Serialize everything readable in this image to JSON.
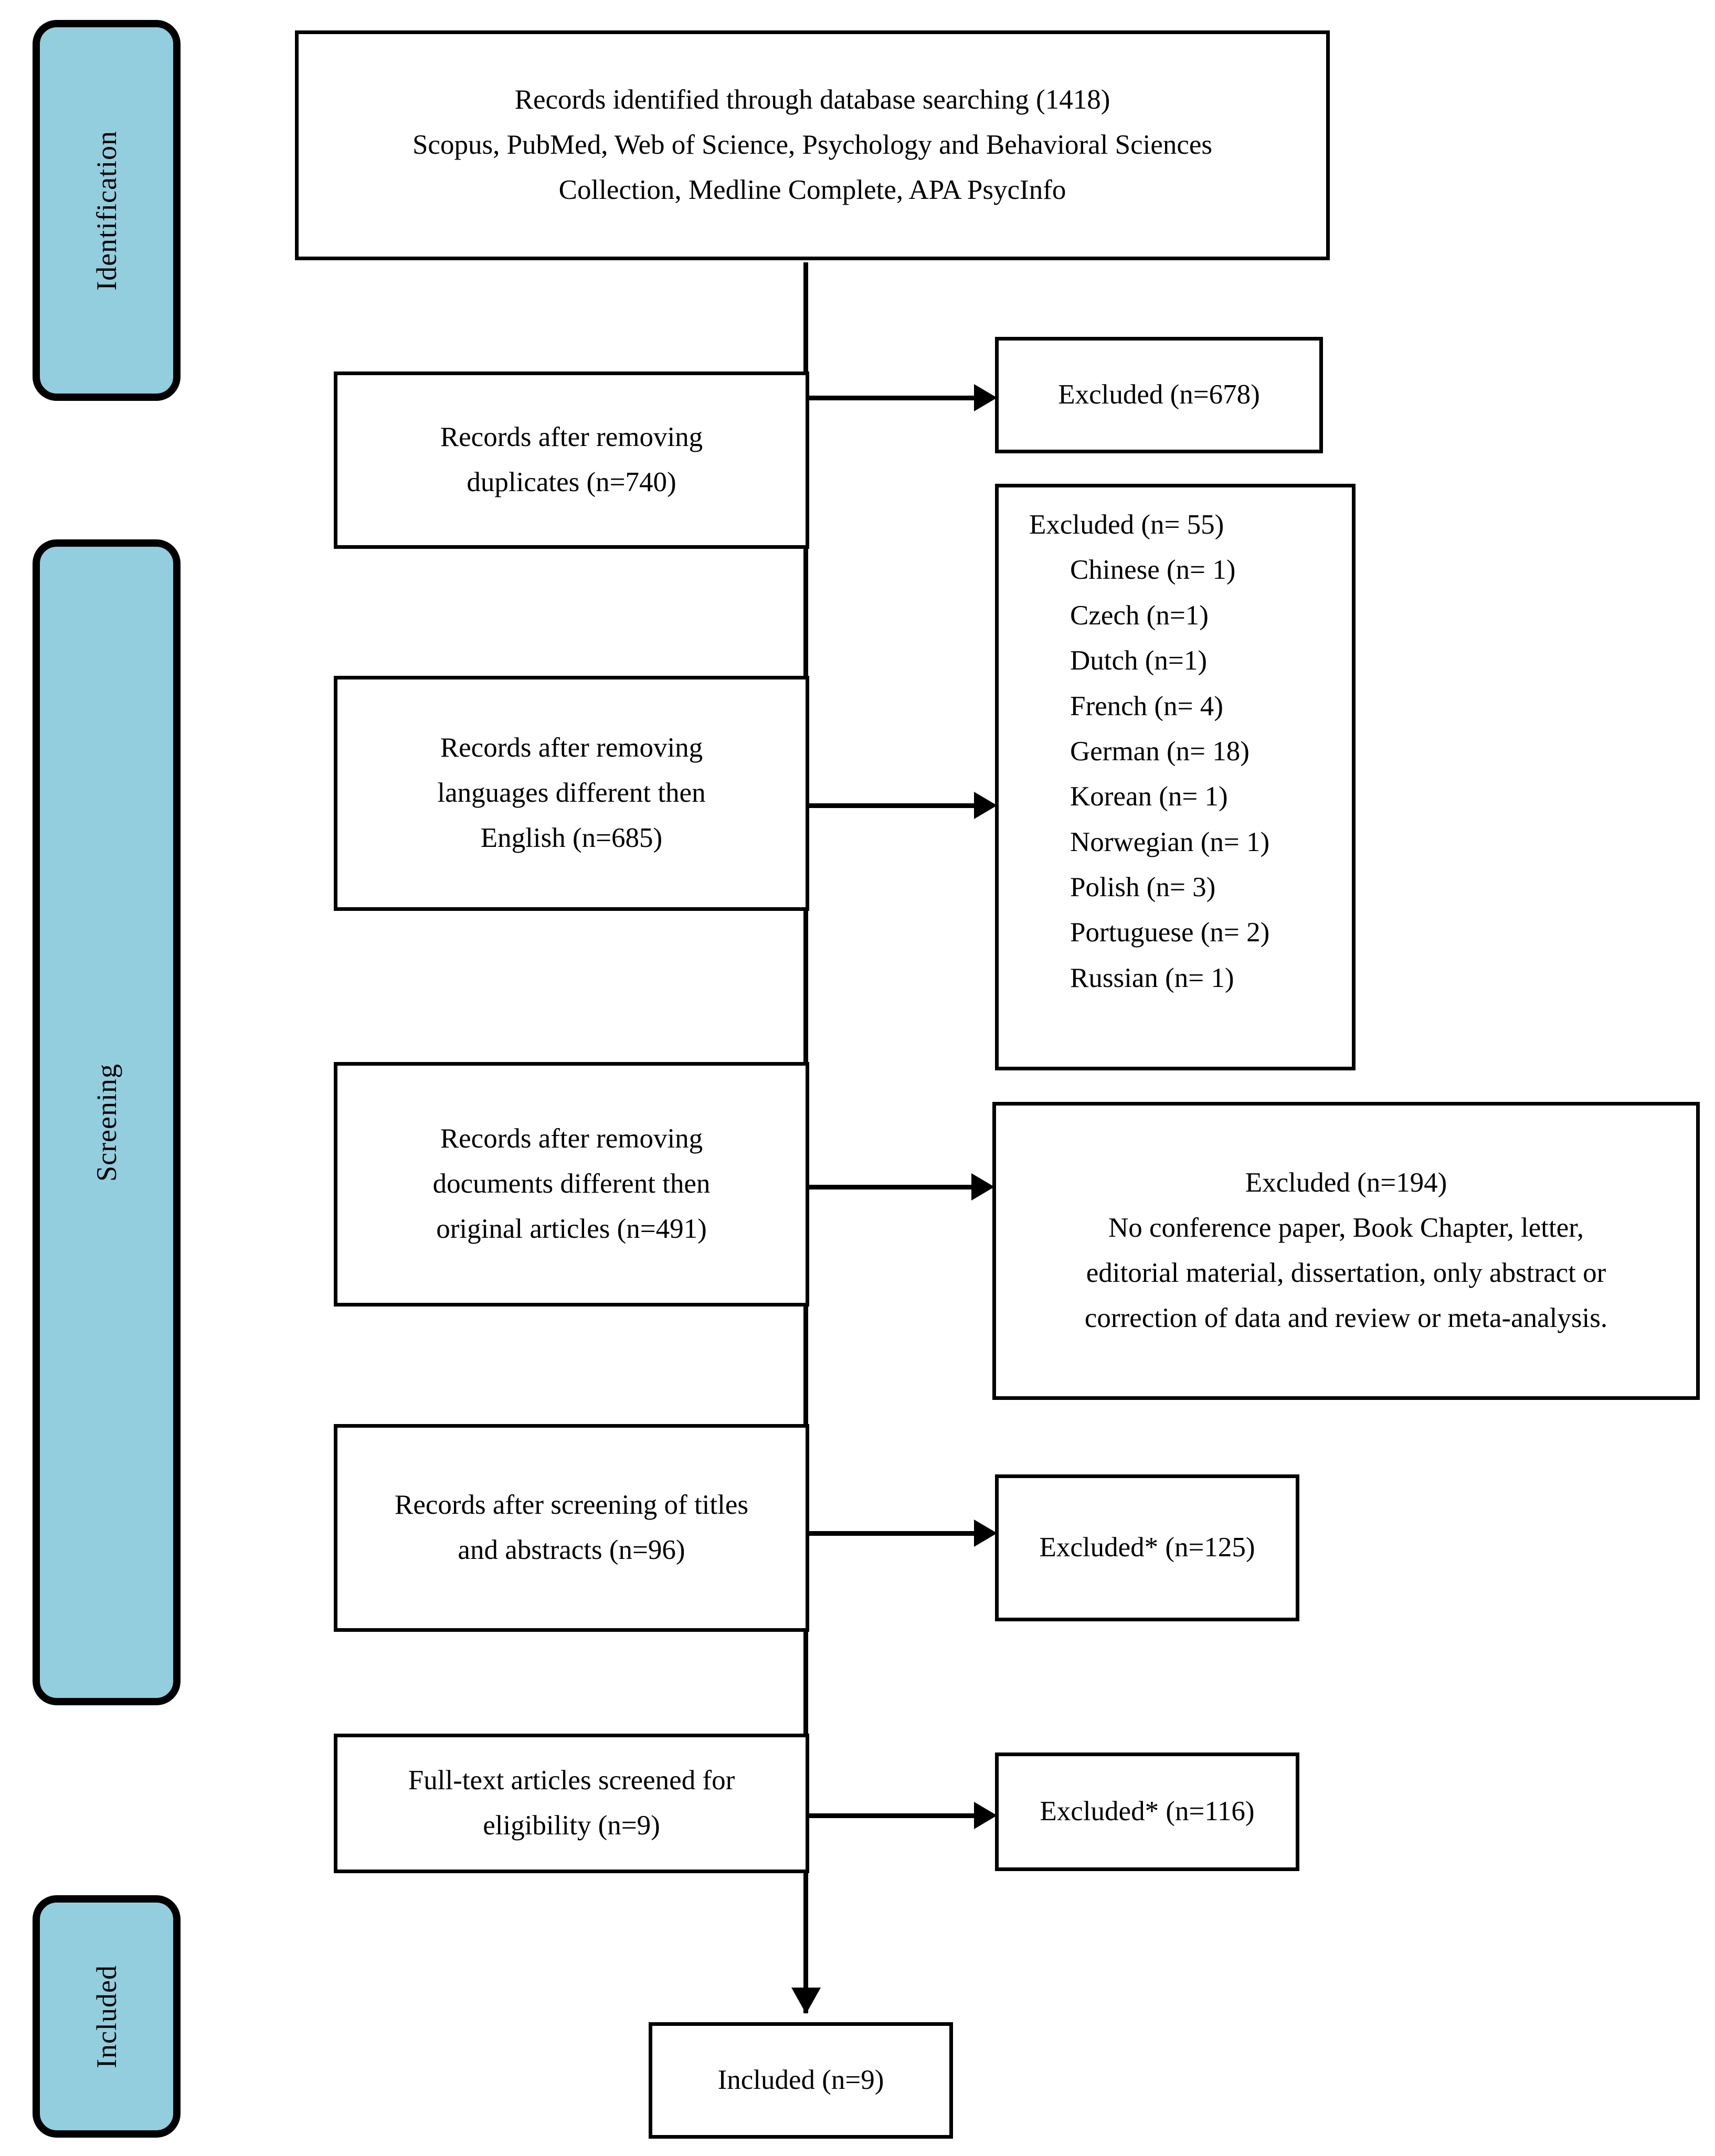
{
  "diagram": {
    "title": "PRISMA flow diagram of study selection",
    "accent_color": "#92cede",
    "line_color": "#000000",
    "background_color": "#ffffff"
  },
  "stages": [
    {
      "id": "identification",
      "label": "Identification"
    },
    {
      "id": "screening",
      "label": "Screening"
    },
    {
      "id": "included",
      "label": "Included"
    }
  ],
  "boxes": {
    "identified": {
      "lines": [
        "Records identified through database searching (1418)",
        "Scopus, PubMed, Web of Science, Psychology and Behavioral Sciences",
        "Collection, Medline Complete, APA PsycInfo"
      ]
    },
    "after_duplicates": {
      "lines": [
        "Records after removing",
        "duplicates (n=740)"
      ]
    },
    "excluded_duplicates": {
      "lines": [
        "Excluded (n=678)"
      ]
    },
    "after_languages": {
      "lines": [
        "Records after removing",
        "languages different then",
        "English (n=685)"
      ]
    },
    "excluded_languages": {
      "heading": "Excluded  (n= 55)",
      "items": [
        "Chinese (n= 1)",
        "Czech (n=1)",
        "Dutch (n=1)",
        "French (n= 4)",
        "German (n= 18)",
        "Korean (n= 1)",
        "Norwegian (n= 1)",
        "Polish (n= 3)",
        "Portuguese (n= 2)",
        "Russian (n= 1)"
      ]
    },
    "after_documents": {
      "lines": [
        "Records after removing",
        "documents different then",
        "original articles (n=491)"
      ]
    },
    "excluded_documents": {
      "lines": [
        "Excluded (n=194)",
        "No conference paper, Book Chapter, letter,",
        "editorial material, dissertation, only abstract or",
        "correction of data and review or meta-analysis."
      ]
    },
    "after_titles": {
      "lines": [
        "Records after screening of titles",
        "and abstracts (n=96)"
      ]
    },
    "excluded_titles": {
      "lines": [
        "Excluded* (n=125)"
      ]
    },
    "fulltext": {
      "lines": [
        "Full-text articles screened for",
        "eligibility (n=9)"
      ]
    },
    "excluded_fulltext": {
      "lines": [
        "Excluded* (n=116)"
      ]
    },
    "included_final": {
      "lines": [
        "Included (n=9)"
      ]
    }
  },
  "chart_data": {
    "type": "diagram",
    "title": "PRISMA flow diagram",
    "nodes": [
      {
        "id": "identified",
        "stage": "Identification",
        "label": "Records identified through database searching",
        "n": 1418
      },
      {
        "id": "after_duplicates",
        "stage": "Screening",
        "label": "Records after removing duplicates",
        "n": 740
      },
      {
        "id": "excluded_duplicates",
        "stage": "Screening",
        "label": "Excluded",
        "n": 678
      },
      {
        "id": "after_languages",
        "stage": "Screening",
        "label": "Records after removing languages different then English",
        "n": 685
      },
      {
        "id": "excluded_languages",
        "stage": "Screening",
        "label": "Excluded (languages)",
        "n": 55
      },
      {
        "id": "after_documents",
        "stage": "Screening",
        "label": "Records after removing documents different then original articles",
        "n": 491
      },
      {
        "id": "excluded_documents",
        "stage": "Screening",
        "label": "Excluded (document type)",
        "n": 194
      },
      {
        "id": "after_titles",
        "stage": "Screening",
        "label": "Records after screening of titles and abstracts",
        "n": 96
      },
      {
        "id": "excluded_titles",
        "stage": "Screening",
        "label": "Excluded*",
        "n": 125
      },
      {
        "id": "fulltext",
        "stage": "Screening",
        "label": "Full-text articles screened for eligibility",
        "n": 9
      },
      {
        "id": "excluded_fulltext",
        "stage": "Screening",
        "label": "Excluded*",
        "n": 116
      },
      {
        "id": "included_final",
        "stage": "Included",
        "label": "Included",
        "n": 9
      }
    ],
    "language_exclusions": [
      {
        "language": "Chinese",
        "n": 1
      },
      {
        "language": "Czech",
        "n": 1
      },
      {
        "language": "Dutch",
        "n": 1
      },
      {
        "language": "French",
        "n": 4
      },
      {
        "language": "German",
        "n": 18
      },
      {
        "language": "Korean",
        "n": 1
      },
      {
        "language": "Norwegian",
        "n": 1
      },
      {
        "language": "Polish",
        "n": 3
      },
      {
        "language": "Portuguese",
        "n": 2
      },
      {
        "language": "Russian",
        "n": 1
      }
    ],
    "databases": [
      "Scopus",
      "PubMed",
      "Web of Science",
      "Psychology and Behavioral Sciences Collection",
      "Medline Complete",
      "APA PsycInfo"
    ]
  }
}
